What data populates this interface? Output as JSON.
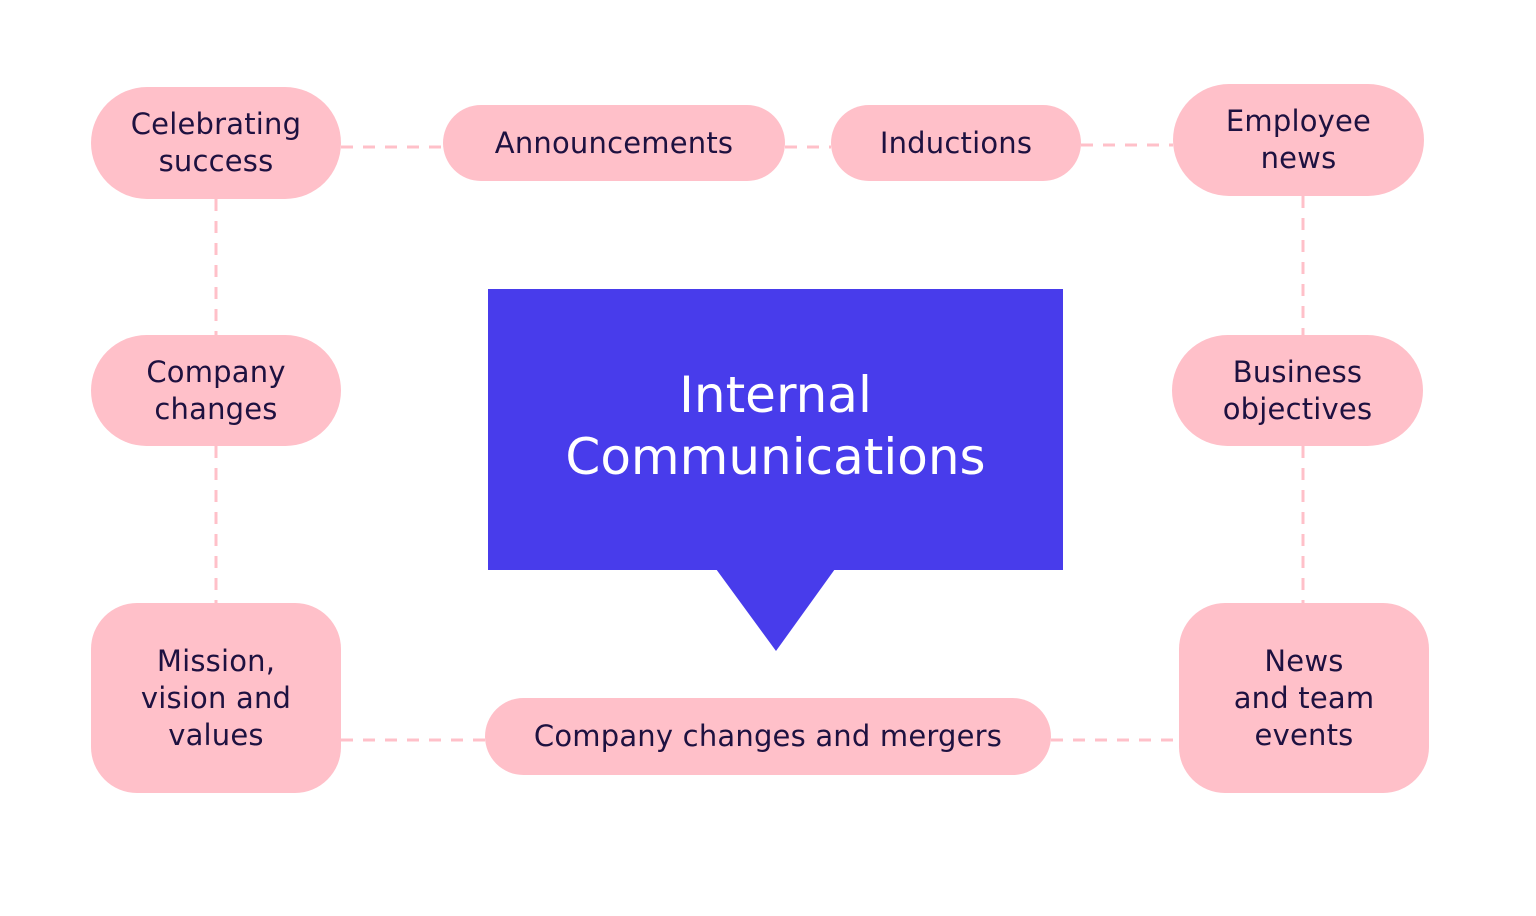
{
  "diagram": {
    "center_title": "Internal\nCommunications",
    "nodes": {
      "celebrating_success": "Celebrating\nsuccess",
      "announcements": "Announcements",
      "inductions": "Inductions",
      "employee_news": "Employee\nnews",
      "company_changes": "Company\nchanges",
      "business_objectives": "Business\nobjectives",
      "mission_vision_values": "Mission,\nvision and\nvalues",
      "company_changes_mergers": "Company changes and mergers",
      "news_team_events": "News\nand team\nevents"
    },
    "colors": {
      "node_fill": "#ffc0c9",
      "node_text": "#1e1140",
      "center_fill": "#483ceb",
      "center_text": "#ffffff",
      "connector": "#ffc0c9"
    }
  }
}
